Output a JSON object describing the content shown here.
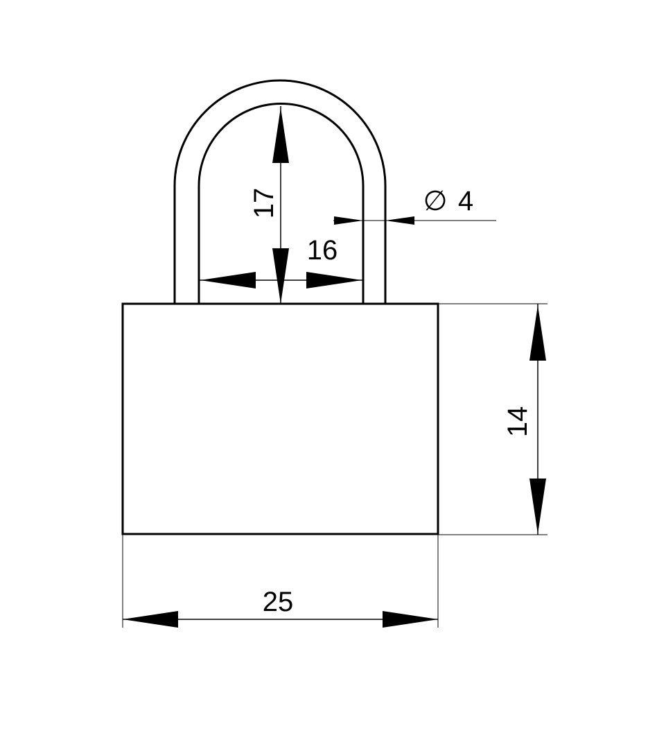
{
  "drawing": {
    "dimensions": {
      "body_width": "25",
      "body_height": "14",
      "shackle_height": "17",
      "shackle_inner_width": "16",
      "shackle_diameter_symbol": "∅",
      "shackle_diameter_value": "4"
    },
    "colors": {
      "stroke": "#000000",
      "background": "#ffffff"
    }
  }
}
